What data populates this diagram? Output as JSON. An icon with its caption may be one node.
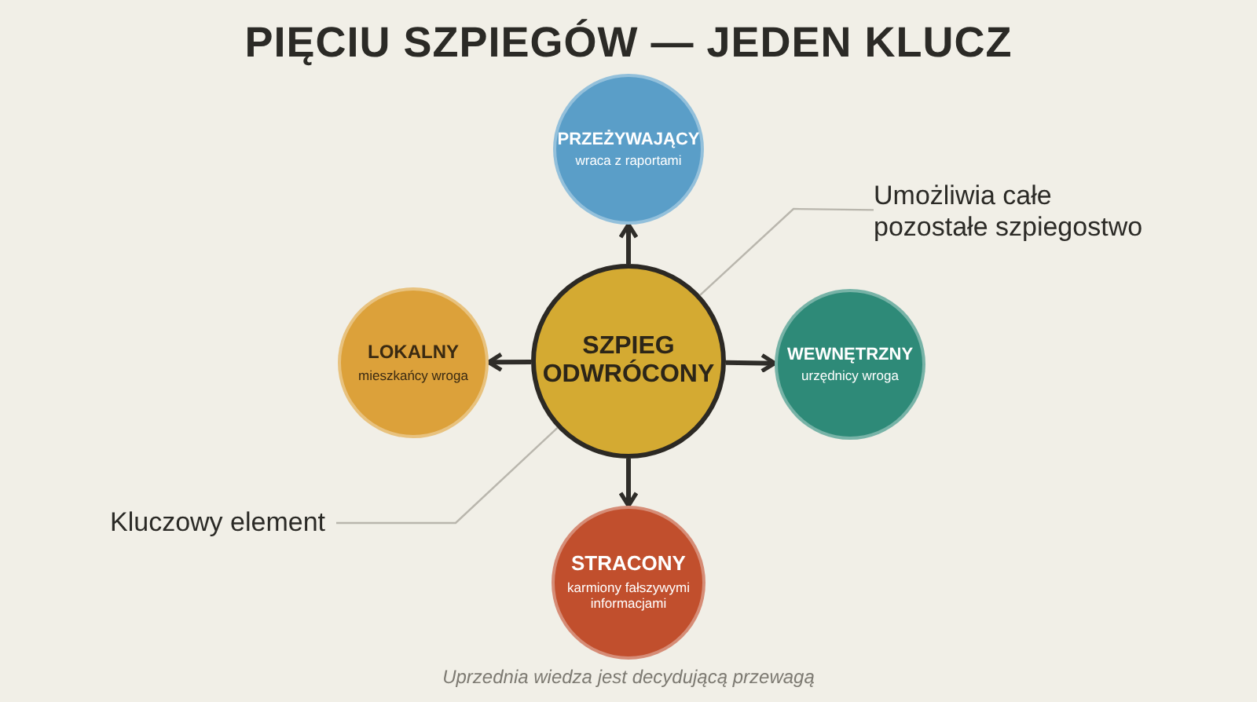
{
  "diagram": {
    "title": "PIĘCIU SZPIEGÓW — JEDEN KLUCZ",
    "caption": "Uprzednia wiedza jest decydującą przewagą",
    "nodes": [
      {
        "text": [
          "SZPIEG ODWRÓCONY"
        ]
      },
      {
        "text": [
          "PRZEŻYWAJĄCY",
          "wraca z raportami"
        ]
      },
      {
        "text": [
          "LOKALNY",
          "mieszkańcy wroga"
        ]
      },
      {
        "text": [
          "WEWNĘTRZNY",
          "urzędnicy wroga"
        ]
      },
      {
        "text": [
          "STRACONY",
          "karmiony fałszywymi informacjami"
        ]
      },
      {
        "text": [
          "Umożliwia całe pozostałe szpiegostwo"
        ]
      },
      {
        "text": [
          "Kluczowy element"
        ]
      }
    ],
    "edges": [
      {
        "from": 0,
        "to": 1,
        "arrow": "to"
      },
      {
        "from": 0,
        "to": 2,
        "arrow": "to"
      },
      {
        "from": 0,
        "to": 3,
        "arrow": "to"
      },
      {
        "from": 0,
        "to": 4,
        "arrow": "to"
      },
      {
        "from": 5,
        "to": 0,
        "arrow": "none",
        "color": "#b9b6ad"
      },
      {
        "from": 6,
        "to": 0,
        "arrow": "none",
        "color": "#b9b6ad"
      }
    ]
  }
}
